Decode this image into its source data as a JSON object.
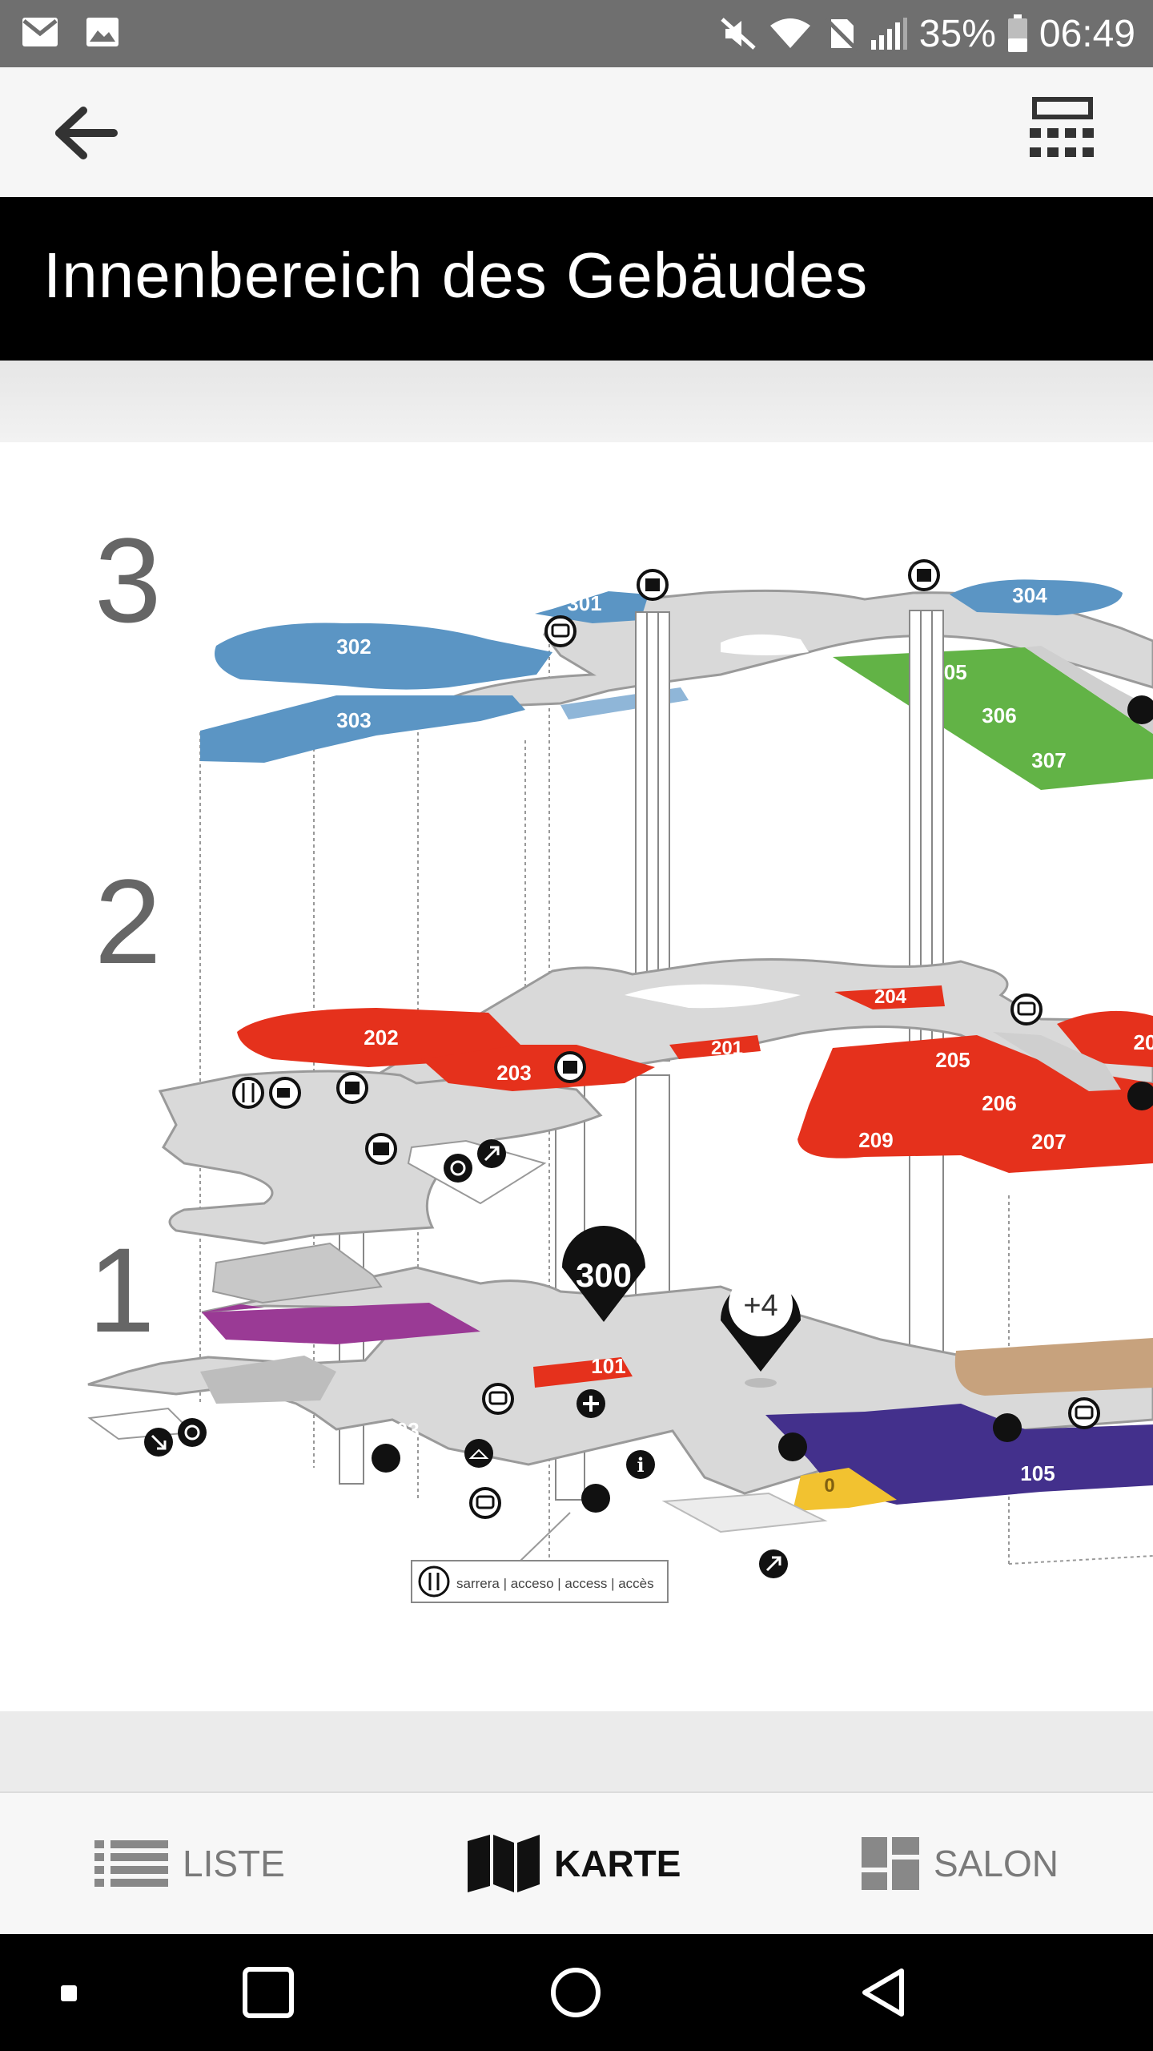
{
  "status_bar": {
    "battery": "35%",
    "time": "06:49",
    "left_icons": [
      "gmail-icon",
      "image-icon"
    ],
    "right_icons": [
      "mute-icon",
      "wifi-icon",
      "no-sim-icon",
      "signal-icon",
      "battery-icon"
    ]
  },
  "app_bar": {
    "back_icon": "arrow-left-icon",
    "calculator_icon": "calculator-icon"
  },
  "page": {
    "title": "Innenbereich des Gebäudes"
  },
  "map": {
    "floors": {
      "f3": "3",
      "f2": "2",
      "f1": "1"
    },
    "rooms": {
      "r301": "301",
      "r302": "302",
      "r303": "303",
      "r304": "304",
      "r305": "305",
      "r306": "306",
      "r307": "307",
      "r201": "201",
      "r202": "202",
      "r203": "203",
      "r204": "204",
      "r205": "205",
      "r206": "206",
      "r207": "207",
      "r209": "209",
      "r20x": "20",
      "r101": "101",
      "r103": "103",
      "r105": "105",
      "r0": "0"
    },
    "pins": {
      "main": "300",
      "more": "+4"
    },
    "access_legend": "sarrera | acceso | access | accès",
    "colors": {
      "floor3": "#5b95c4",
      "floor2": "#e5311c",
      "green": "#62b346",
      "purple": "#9a3a95",
      "indigo": "#43308c",
      "tan": "#c7a27d",
      "yellow": "#f2c230",
      "slab": "#d8d8d8"
    }
  },
  "bottom_nav": {
    "items": [
      {
        "label": "LISTE",
        "icon": "list-icon",
        "active": false
      },
      {
        "label": "KARTE",
        "icon": "map-icon",
        "active": true
      },
      {
        "label": "SALON",
        "icon": "dashboard-icon",
        "active": false
      }
    ]
  },
  "system_nav": [
    "recents-dot-icon",
    "overview-square-icon",
    "home-circle-icon",
    "back-triangle-icon"
  ]
}
